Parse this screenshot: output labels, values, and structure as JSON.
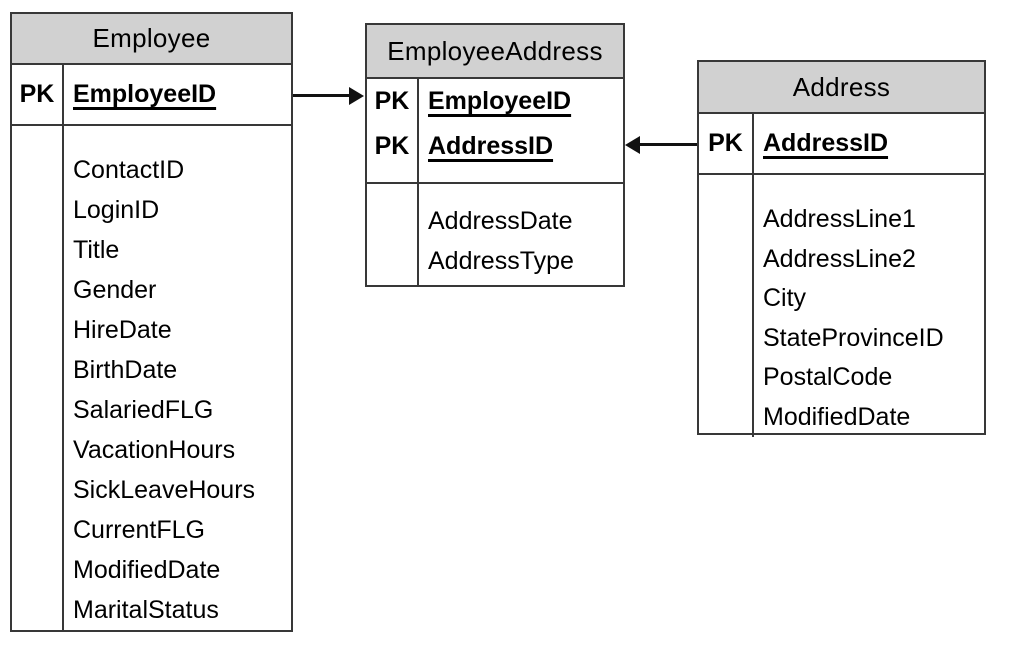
{
  "diagram": {
    "type": "entity-relationship",
    "colors": {
      "header_bg": "#d1d1d1",
      "border": "#383838",
      "text": "#000000",
      "background": "#ffffff"
    },
    "entities": [
      {
        "title": "Employee",
        "pk_rows": [
          {
            "key": "PK",
            "field": "EmployeeID"
          }
        ],
        "attributes": [
          "ContactID",
          "LoginID",
          "Title",
          "Gender",
          "HireDate",
          "BirthDate",
          "SalariedFLG",
          "VacationHours",
          "SickLeaveHours",
          "CurrentFLG",
          "ModifiedDate",
          "MaritalStatus"
        ]
      },
      {
        "title": "EmployeeAddress",
        "pk_rows": [
          {
            "key": "PK",
            "field": "EmployeeID"
          },
          {
            "key": "PK",
            "field": "AddressID"
          }
        ],
        "attributes": [
          "AddressDate",
          "AddressType"
        ]
      },
      {
        "title": "Address",
        "pk_rows": [
          {
            "key": "PK",
            "field": "AddressID"
          }
        ],
        "attributes": [
          "AddressLine1",
          "AddressLine2",
          "City",
          "StateProvinceID",
          "PostalCode",
          "ModifiedDate"
        ]
      }
    ],
    "relationships": [
      {
        "from": "Employee.EmployeeID",
        "to": "EmployeeAddress.EmployeeID",
        "arrow_points": "right"
      },
      {
        "from": "Address.AddressID",
        "to": "EmployeeAddress.AddressID",
        "arrow_points": "left"
      }
    ]
  }
}
